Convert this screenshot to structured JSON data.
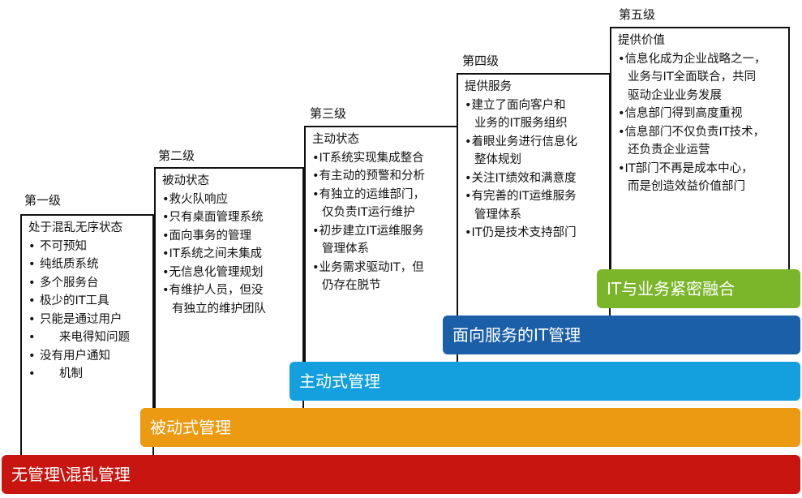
{
  "levels": [
    {
      "title": "第一级",
      "status": "处于混乱无序状态",
      "items": [
        "不可预知",
        "纯纸质系统",
        "多个服务台",
        "极少的IT工具",
        "只能是通过用户",
        "来电得知问题",
        "没有用户通知",
        "机制"
      ]
    },
    {
      "title": "第二级",
      "status": "被动状态",
      "items": [
        "•救火队响应",
        "•只有桌面管理系统",
        "•面向事务的管理",
        "•IT系统之间未集成",
        "•无信息化管理规划",
        "•有维护人员，但没",
        "有独立的维护团队"
      ]
    },
    {
      "title": "第三级",
      "status": "主动状态",
      "items": [
        "•IT系统实现集成整合",
        "•有主动的预警和分析",
        "•有独立的运维部门，",
        "仅负责IT运行维护",
        "•初步建立IT运维服务",
        "管理体系",
        "•业务需求驱动IT，但",
        "仍存在脱节"
      ]
    },
    {
      "title": "第四级",
      "status": "提供服务",
      "items": [
        "•建立了面向客户和",
        "业务的IT服务组织",
        "•着眼业务进行信息化",
        "整体规划",
        "•关注IT绩效和满意度",
        "•有完善的IT运维服务",
        "管理体系",
        "•IT仍是技术支持部门"
      ]
    },
    {
      "title": "第五级",
      "status": "提供价值",
      "items": [
        "•信息化成为企业战略之一，",
        "业务与IT全面联合，共同",
        "驱动企业业务发展",
        "•信息部门得到高度重视",
        "•信息部门不仅负责IT技术，",
        "还负责企业运营",
        "•IT部门不再是成本中心，",
        "而是创造效益价值部门"
      ]
    }
  ],
  "bands": [
    {
      "label": "无管理\\混乱管理",
      "color": "#c8150f"
    },
    {
      "label": "被动式管理",
      "color": "#eb9a12"
    },
    {
      "label": "主动式管理",
      "color": "#149fde"
    },
    {
      "label": "面向服务的IT管理",
      "color": "#1a5fa8"
    },
    {
      "label": "IT与业务紧密融合",
      "color": "#7bb52a"
    }
  ]
}
